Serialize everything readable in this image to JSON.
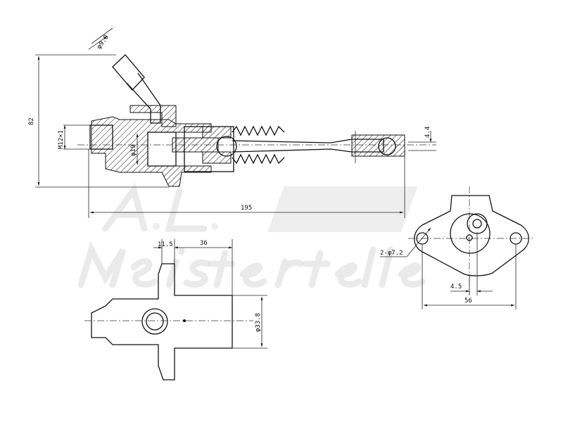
{
  "watermark": {
    "line1": "A.L.",
    "line2": "Meisterteile"
  },
  "dimensions": {
    "hose_diameter": "φ9.8",
    "height": "82",
    "thread": "M12×1",
    "bore": "φ19",
    "rod_end": "4.4",
    "overall_length": "195",
    "flange_thickness": "11.5",
    "body_length": "36",
    "body_diameter": "φ33.8",
    "mount_holes": "2-φ7.2",
    "offset": "4.5",
    "hole_spacing": "56"
  }
}
